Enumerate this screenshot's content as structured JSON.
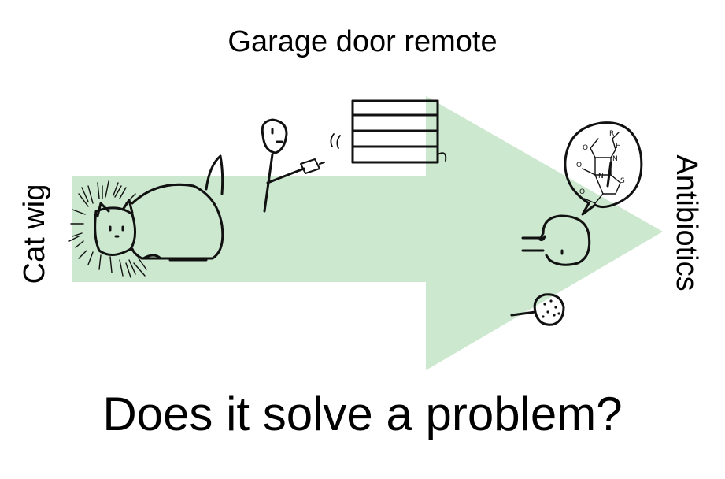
{
  "diagram": {
    "arrow_color": "#cce8cf",
    "ink_color": "#111111",
    "labels": {
      "top": "Garage door remote",
      "left": "Cat wig",
      "right": "Antibiotics",
      "question": "Does it solve a problem?"
    },
    "illustrations": [
      "cat-wearing-wig",
      "person-holding-remote",
      "garage-door",
      "person-head",
      "speech-bubble-molecule",
      "bacterium"
    ],
    "molecule_atoms": [
      "O",
      "H",
      "N",
      "O",
      "N",
      "S",
      "O",
      "R"
    ]
  }
}
